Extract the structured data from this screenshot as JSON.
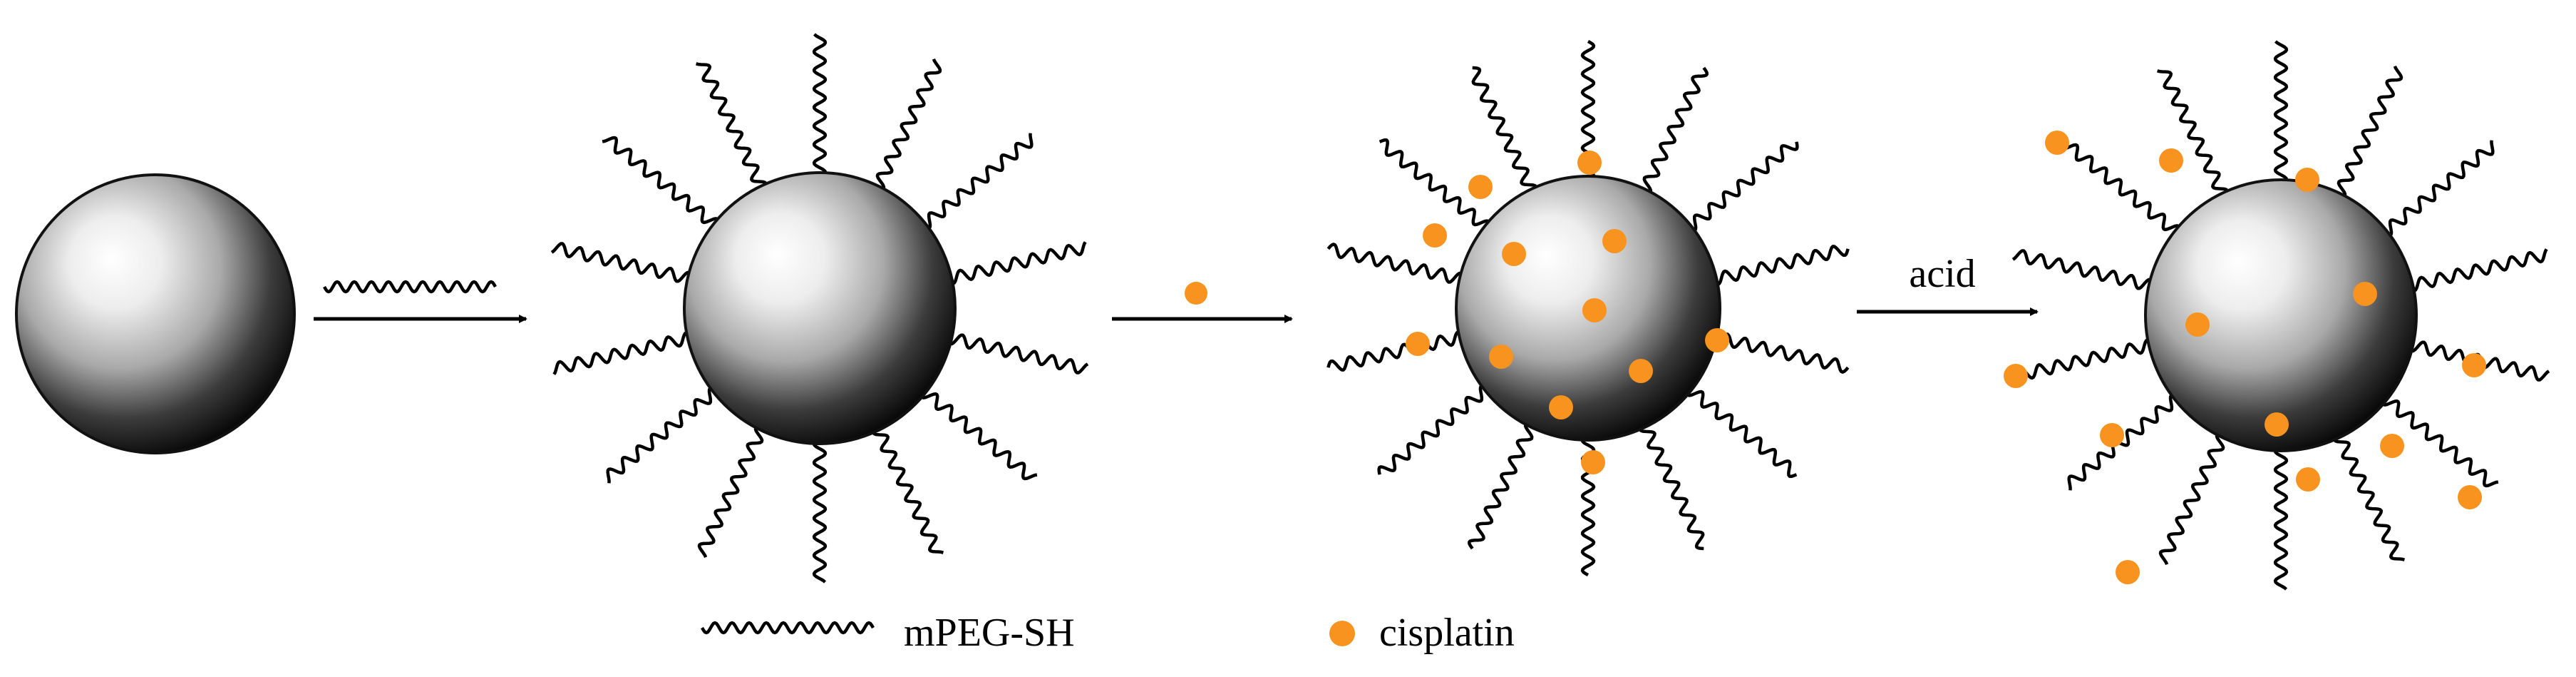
{
  "colors": {
    "background": "#ffffff",
    "ink": "#000000",
    "cisplatin": "#f7931e",
    "sphere_highlight": "#ffffff",
    "sphere_dark": "#0a0a0a"
  },
  "labels": {
    "step3_condition": "acid",
    "legend_peg": "mPEG-SH",
    "legend_cisplatin": "cisplatin"
  },
  "icons": {
    "nanoparticle": "gradient-sphere",
    "peg_chain": "wavy-line",
    "drug": "orange-dot",
    "step": "right-arrow"
  },
  "stages": [
    {
      "name": "bare-nanoparticle",
      "chains": 0,
      "drug_cores": 0,
      "drug_surface": 0,
      "drug_released": 0
    },
    {
      "name": "pegylated-nanoparticle",
      "chains": 14,
      "drug_cores": 0,
      "drug_surface": 0,
      "drug_released": 0
    },
    {
      "name": "cisplatin-loaded-nanoparticle",
      "chains": 14,
      "drug_cores": 6,
      "drug_surface": 6,
      "drug_released": 0
    },
    {
      "name": "acid-released-nanoparticle",
      "chains": 14,
      "drug_cores": 3,
      "drug_surface": 2,
      "drug_released": 8
    }
  ]
}
